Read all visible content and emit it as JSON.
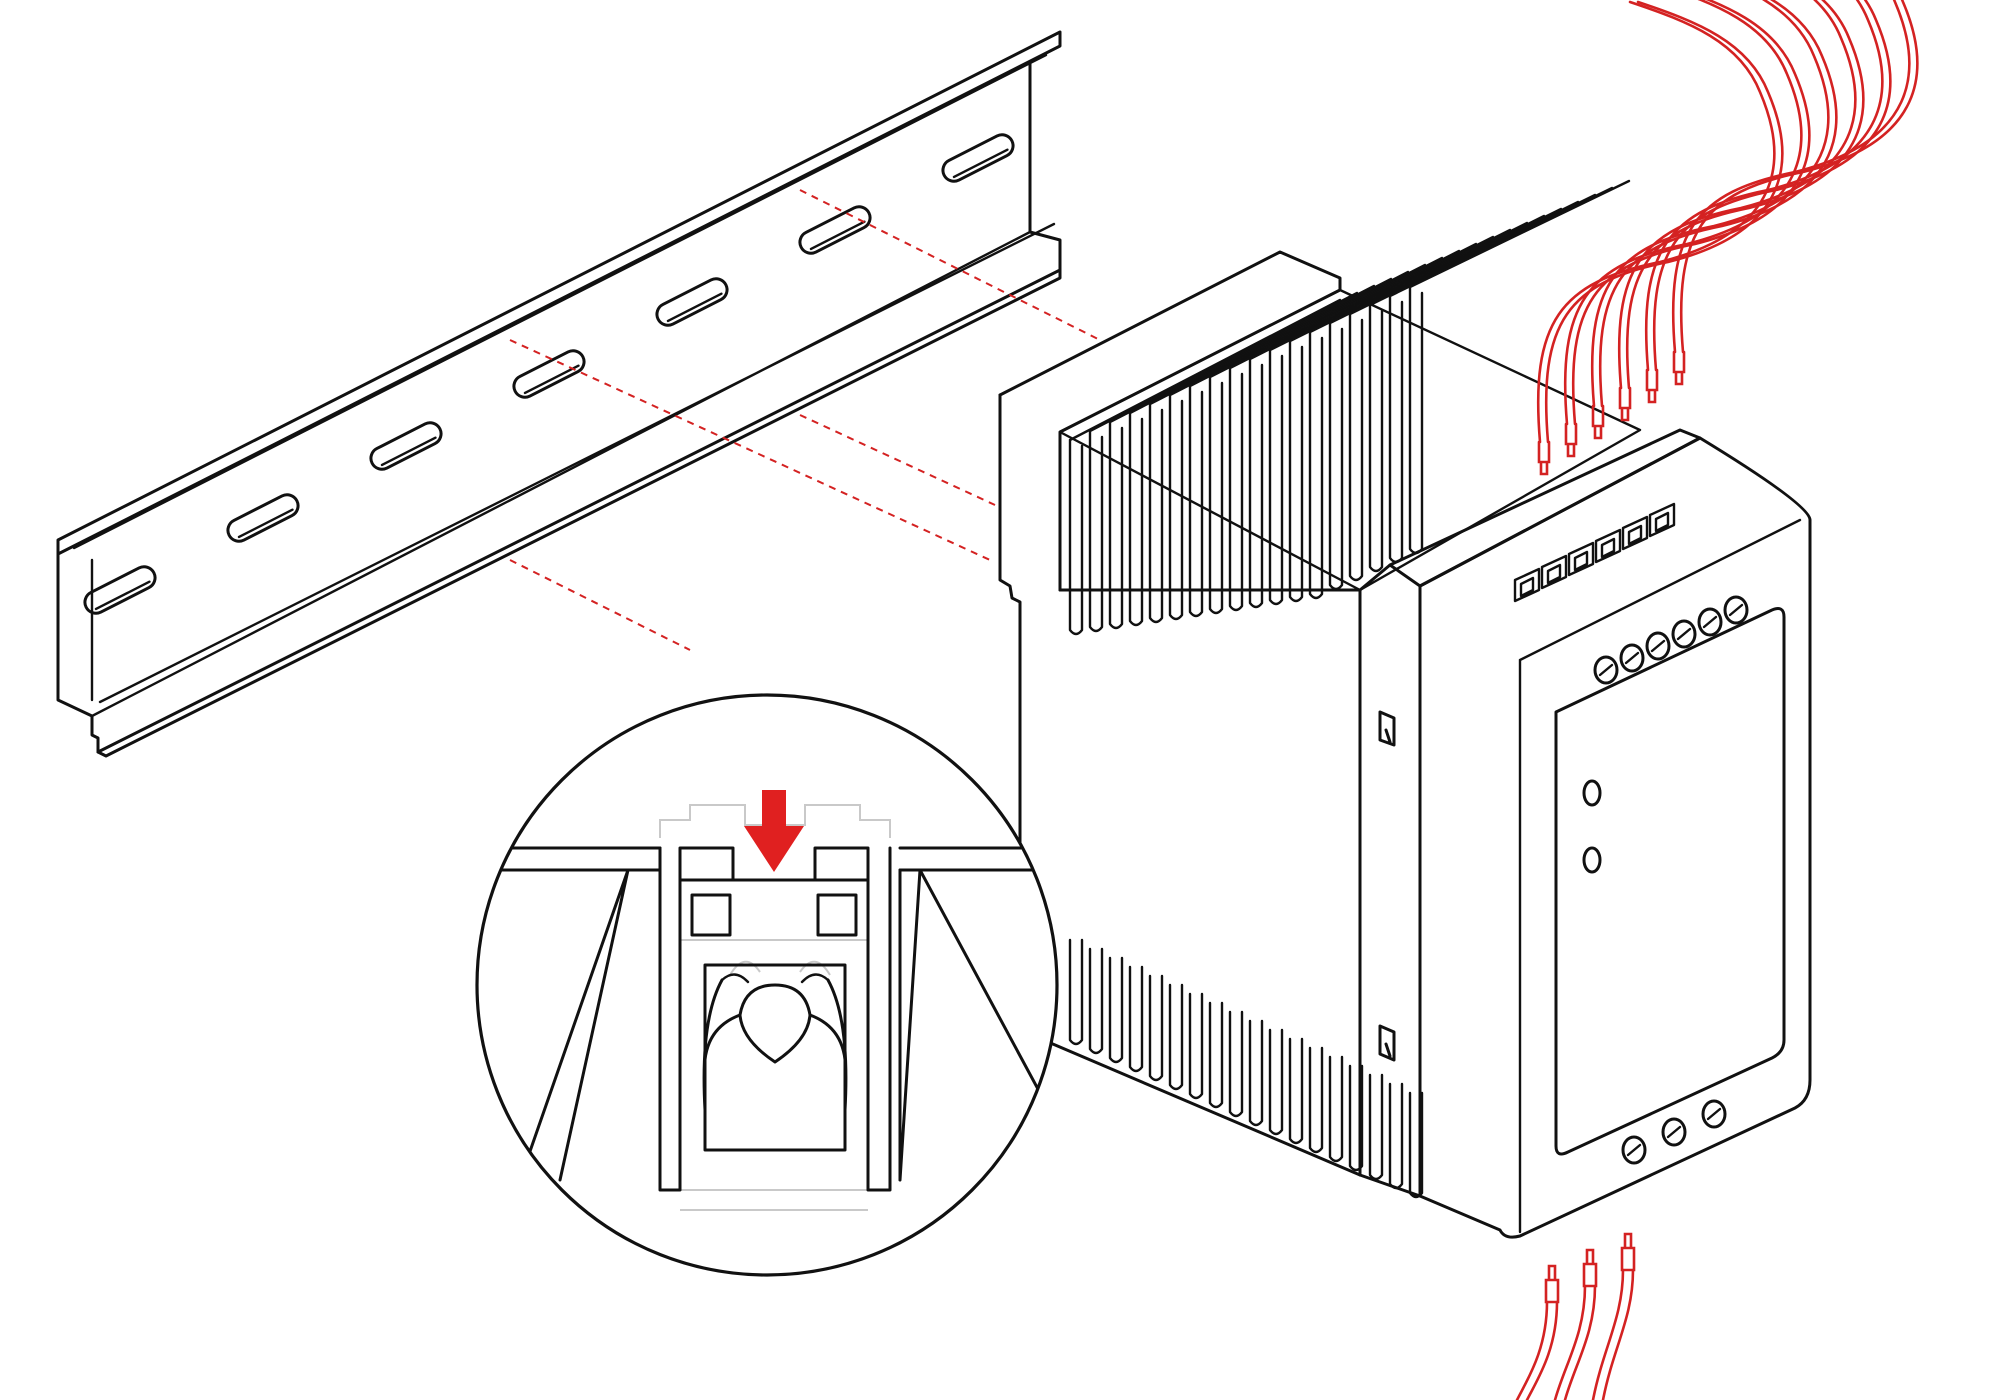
{
  "colors": {
    "line": "#111111",
    "accent": "#d42222",
    "ghost": "#c9c9c9",
    "background": "#ffffff"
  },
  "figure": {
    "parts": [
      {
        "id": "din-rail",
        "slot_count": 7
      },
      {
        "id": "power-supply",
        "output_terminal_count": 6,
        "input_terminal_count": 3,
        "led_count": 2,
        "fin_count_top": 18,
        "fin_count_bottom": 18
      },
      {
        "id": "detail-callout",
        "shows": "mounting-clip"
      }
    ],
    "output_wire_count": 6,
    "input_wire_count": 3,
    "arrow": "down-arrow-icon"
  }
}
